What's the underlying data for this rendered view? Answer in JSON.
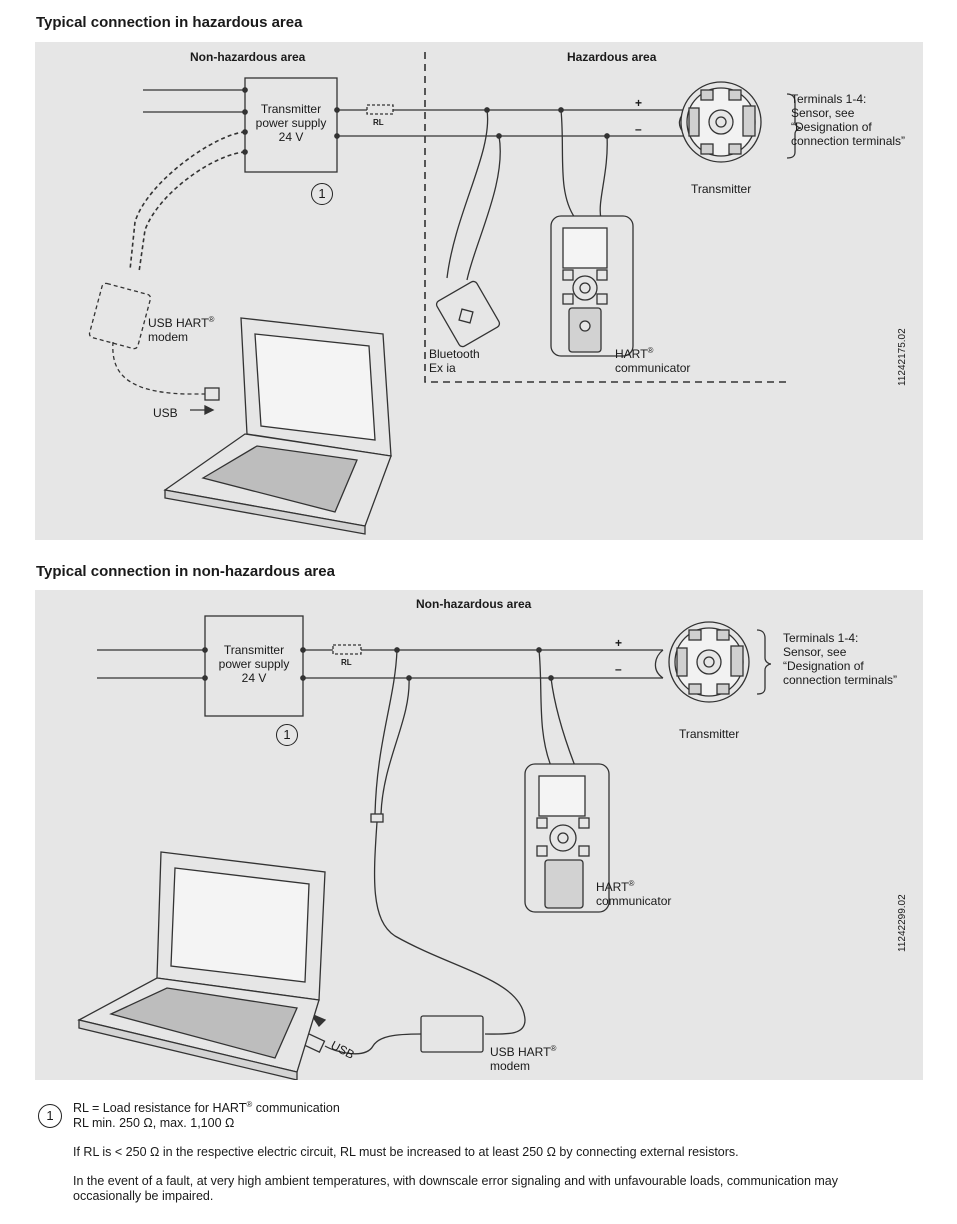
{
  "hazardous": {
    "heading": "Typical connection in hazardous area",
    "zone_left": "Non-hazardous area",
    "zone_right": "Hazardous area",
    "power_supply": [
      "Transmitter",
      "power supply",
      "24 V"
    ],
    "marker": "1",
    "rl_label": "RL",
    "plus": "+",
    "minus": "–",
    "terminals": [
      "Terminals 1-4:",
      "Sensor, see",
      "“Designation of",
      "connection terminals”"
    ],
    "transmitter": "Transmitter",
    "modem": [
      "USB HART",
      "modem"
    ],
    "reg": "®",
    "usb": "USB",
    "bluetooth": [
      "Bluetooth",
      "Ex ia"
    ],
    "communicator": [
      "HART",
      "communicator"
    ],
    "figure_id": "11242175.02"
  },
  "nonhazardous": {
    "heading": "Typical connection in non-hazardous area",
    "zone": "Non-hazardous area",
    "power_supply": [
      "Transmitter",
      "power supply",
      "24 V"
    ],
    "marker": "1",
    "rl_label": "RL",
    "plus": "+",
    "minus": "–",
    "terminals": [
      "Terminals 1-4:",
      "Sensor, see",
      "“Designation of",
      "connection terminals”"
    ],
    "transmitter": "Transmitter",
    "communicator": [
      "HART",
      "communicator"
    ],
    "reg": "®",
    "usb": "USB",
    "modem": [
      "USB HART",
      "modem"
    ],
    "figure_id": "11242299.02"
  },
  "notes": {
    "marker": "1",
    "line1_a": "RL = Load resistance for HART",
    "line1_b": " communication",
    "reg": "®",
    "line2": "RL min. 250 Ω, max. 1,100 Ω",
    "para1": "If RL is < 250 Ω in the respective electric circuit, RL must be increased to at least 250 Ω by connecting external resistors.",
    "para2a": "In the event of a fault, at very high ambient temperatures, with downscale error signaling and with unfavourable loads, communication may",
    "para2b": "occasionally be impaired."
  }
}
